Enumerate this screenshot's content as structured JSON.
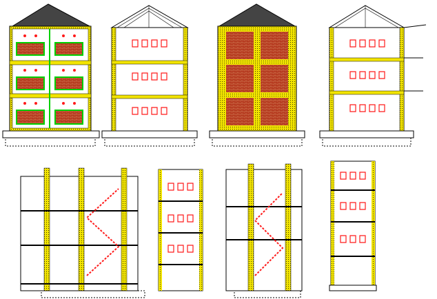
{
  "drawing": {
    "description_visible_text": [],
    "colors": {
      "background": "#ffffff",
      "line": "#000000",
      "column": "#f2e400",
      "brick": "#b53a1f",
      "green": "#00d000",
      "fixture": "#ff1a1a",
      "wall_edge": "#ff8a00"
    },
    "views": [
      {
        "id": "elevation-front",
        "kind": "elevation",
        "floors": 3,
        "infill": "windows"
      },
      {
        "id": "section-a",
        "kind": "section",
        "floors": 3,
        "infill": "sanitary"
      },
      {
        "id": "elevation-rear",
        "kind": "elevation",
        "floors": 3,
        "infill": "brick"
      },
      {
        "id": "section-b",
        "kind": "section",
        "floors": 3,
        "infill": "sanitary"
      },
      {
        "id": "section-stair-1",
        "kind": "stair-section",
        "floors": 3
      },
      {
        "id": "section-narrow-1",
        "kind": "narrow-section",
        "floors": 3
      },
      {
        "id": "section-stair-2",
        "kind": "stair-section",
        "floors": 3
      },
      {
        "id": "section-narrow-2",
        "kind": "narrow-section",
        "floors": 3
      }
    ]
  }
}
